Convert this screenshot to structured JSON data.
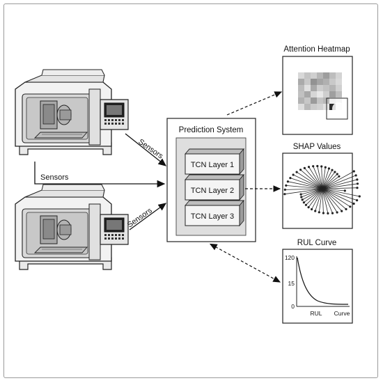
{
  "prediction_system": {
    "title": "Prediction System",
    "layers": [
      "TCN Layer 1",
      "TCN Layer 2",
      "TCN Layer 3"
    ]
  },
  "sensors": {
    "label_top_angled": "Sensors",
    "label_horizontal": "Sensors",
    "label_bottom_angled": "Sensors"
  },
  "panels": {
    "attention": {
      "title": "Attention Heatmap"
    },
    "shap": {
      "title": "SHAP Values"
    },
    "rul": {
      "title": "RUL Curve",
      "y_ticks": [
        "120",
        "15",
        "0"
      ],
      "x_labels": [
        "RUL",
        "Curve"
      ]
    }
  }
}
